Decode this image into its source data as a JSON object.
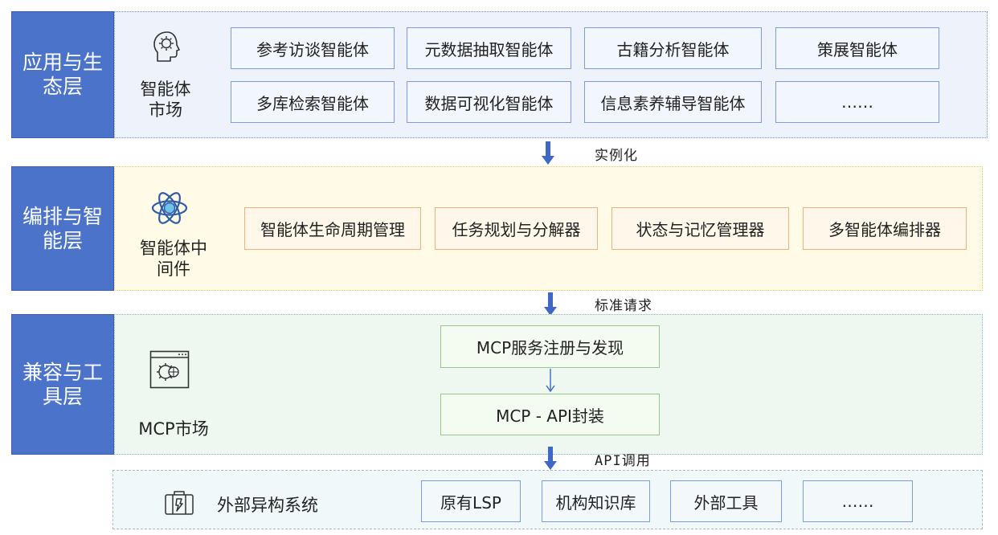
{
  "layers": {
    "app": {
      "label": "应用与生态层",
      "icon_name": "gear-head-icon",
      "icon_label": "智能体市场",
      "boxes": [
        "参考访谈智能体",
        "元数据抽取智能体",
        "古籍分析智能体",
        "策展智能体",
        "多库检索智能体",
        "数据可视化智能体",
        "信息素养辅导智能体",
        "……"
      ]
    },
    "orchestration": {
      "label": "编排与智能层",
      "icon_name": "atom-icon",
      "icon_label": "智能体中间件",
      "boxes": [
        "智能体生命周期管理",
        "任务规划与分解器",
        "状态与记忆管理器",
        "多智能体编排器"
      ]
    },
    "compat": {
      "label": "兼容与工具层",
      "icon_name": "browser-gear-icon",
      "icon_label": "MCP市场",
      "boxes": [
        "MCP服务注册与发现",
        "MCP - API封装"
      ]
    },
    "external": {
      "icon_name": "tools-icon",
      "label": "外部异构系统",
      "boxes": [
        "原有LSP",
        "机构知识库",
        "外部工具",
        "……"
      ]
    }
  },
  "connectors": {
    "instantiate": "实例化",
    "standard_request": "标准请求",
    "api_call": "API调用"
  },
  "colors": {
    "layer_label_bg": "#4a73c9",
    "app_panel_bg": "#eef2fb",
    "orchestration_panel_bg": "#fffbe6",
    "compat_panel_bg": "#eef8f1",
    "external_panel_bg": "#f0f8fa",
    "arrow": "#3e68c4"
  }
}
